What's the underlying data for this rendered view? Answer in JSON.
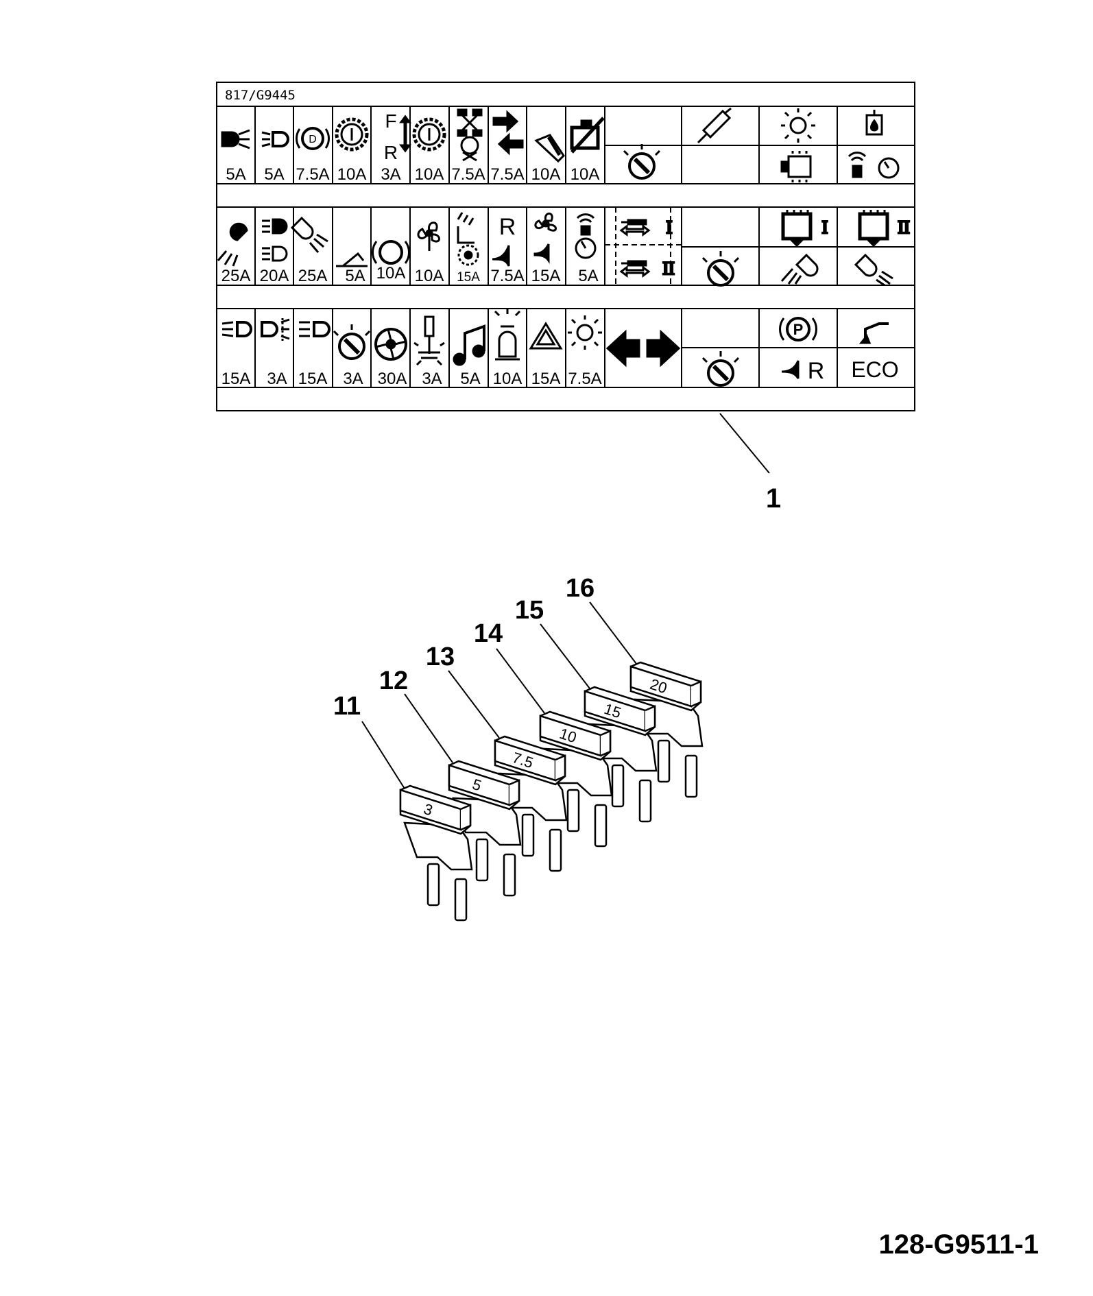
{
  "decal": {
    "code": "817/G9445",
    "row1_amps": [
      "5A",
      "5A",
      "7.5A",
      "10A",
      "3A",
      "10A",
      "7.5A",
      "7.5A",
      "10A",
      "10A"
    ],
    "row2_amps": [
      "25A",
      "20A",
      "25A",
      "5A",
      "10A",
      "10A",
      "15A",
      "7.5A",
      "15A",
      "5A"
    ],
    "row3_amps": [
      "15A",
      "3A",
      "15A",
      "3A",
      "30A",
      "3A",
      "5A",
      "10A",
      "15A",
      "7.5A"
    ],
    "roman_one": "I",
    "roman_two": "II",
    "letter_f": "F",
    "letter_r": "R",
    "eco": "ECO"
  },
  "callouts": {
    "decal": "1",
    "fuse_3a": "11",
    "fuse_5a": "12",
    "fuse_7_5a": "13",
    "fuse_10a": "14",
    "fuse_15a": "15",
    "fuse_20a": "16"
  },
  "fuse_values": [
    "3",
    "5",
    "7.5",
    "10",
    "15",
    "20"
  ],
  "drawing_number": "128-G9511-1",
  "colors": {
    "line": "#000000",
    "background": "#ffffff"
  }
}
